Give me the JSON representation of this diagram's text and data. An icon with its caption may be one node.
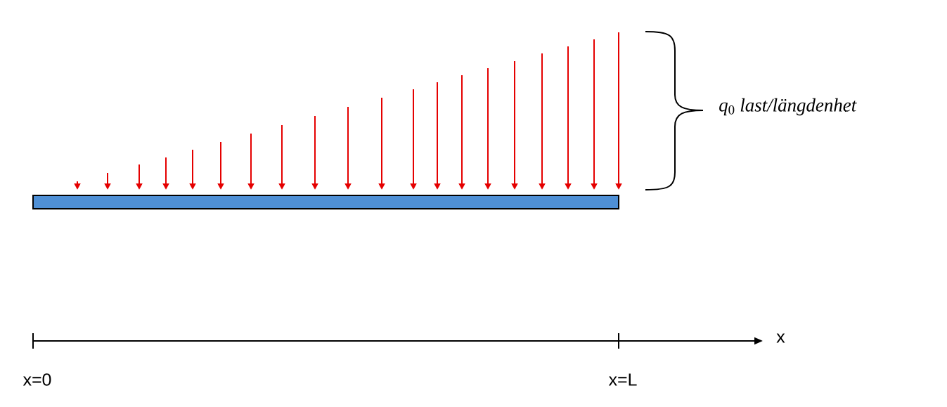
{
  "diagram": {
    "nodes": [
      {
        "text": [],
        "shape": "bar"
      }
    ],
    "labels": [
      "*q*$_{0}$ *last/längdenhet*",
      "x",
      "x=0",
      "x=L"
    ]
  }
}
